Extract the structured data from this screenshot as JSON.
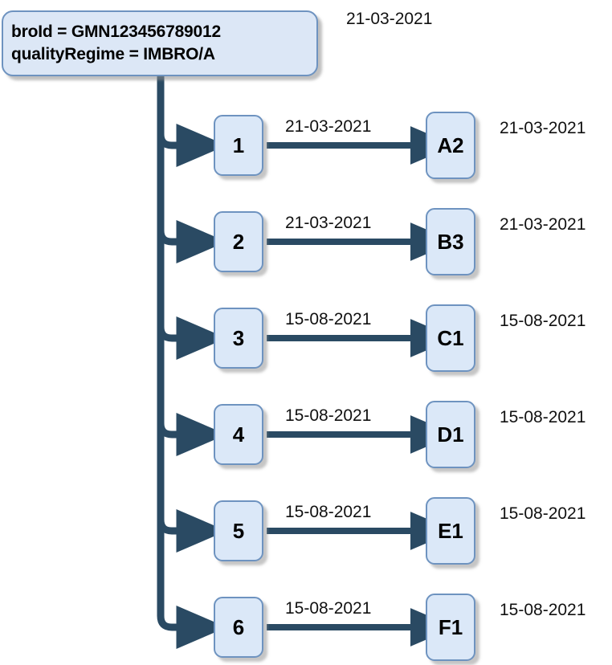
{
  "diagram": {
    "type": "branching-flow-diagram",
    "colors": {
      "node_fill": "#dbe8f8",
      "node_border": "#6e93c0",
      "connector": "#2a4a63",
      "text": "#000000",
      "background": "#ffffff"
    },
    "root": {
      "line1": "broId = GMN123456789012",
      "line2": "qualityRegime = IMBRO/A",
      "date": "21-03-2021"
    },
    "rows": [
      {
        "source": "1",
        "edge_date": "21-03-2021",
        "target": "A2",
        "target_date": "21-03-2021"
      },
      {
        "source": "2",
        "edge_date": "21-03-2021",
        "target": "B3",
        "target_date": "21-03-2021"
      },
      {
        "source": "3",
        "edge_date": "15-08-2021",
        "target": "C1",
        "target_date": "15-08-2021"
      },
      {
        "source": "4",
        "edge_date": "15-08-2021",
        "target": "D1",
        "target_date": "15-08-2021"
      },
      {
        "source": "5",
        "edge_date": "15-08-2021",
        "target": "E1",
        "target_date": "15-08-2021"
      },
      {
        "source": "6",
        "edge_date": "15-08-2021",
        "target": "F1",
        "target_date": "15-08-2021"
      }
    ]
  }
}
